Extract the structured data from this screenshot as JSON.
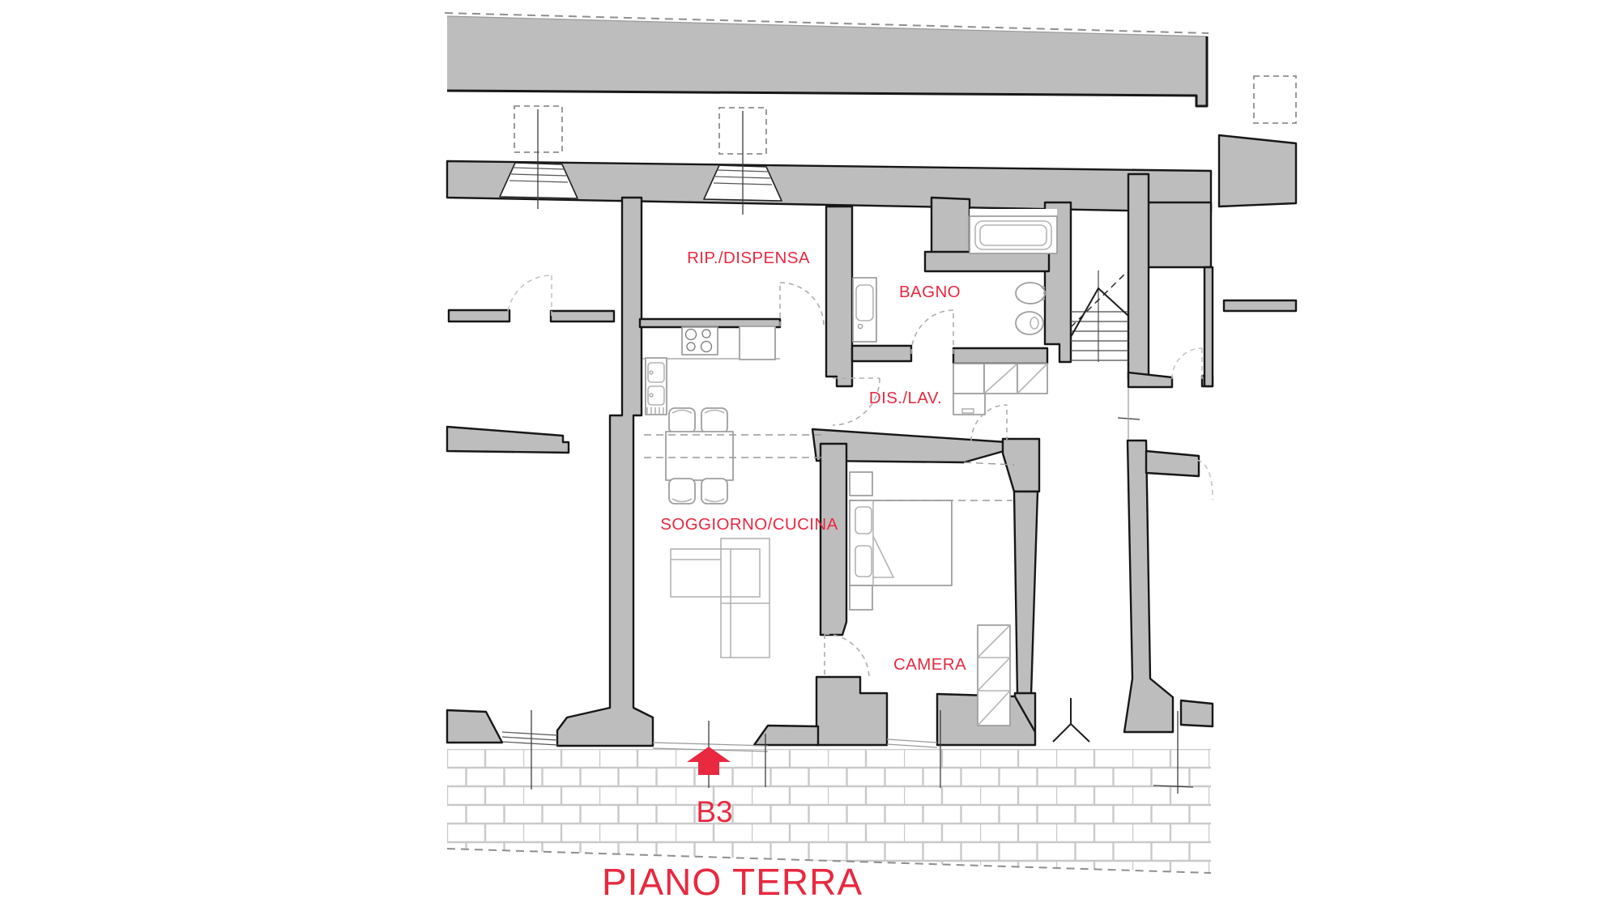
{
  "plan": {
    "title": "PIANO TERRA",
    "unit": "B3",
    "rooms": {
      "rip_dispensa": "RIP./DISPENSA",
      "bagno": "BAGNO",
      "dis_lav": "DIS./LAV.",
      "soggiorno_cucina": "SOGGIORNO/CUCINA",
      "camera": "CAMERA"
    },
    "colors": {
      "label_red": "#E82940",
      "wall_gray": "#BDBDBD",
      "outline_black": "#171717",
      "furniture_gray": "#9E9E9E",
      "mortar_gray": "#C9C9C9"
    },
    "icons": {
      "entrance_arrow": "up-arrow-icon"
    }
  }
}
